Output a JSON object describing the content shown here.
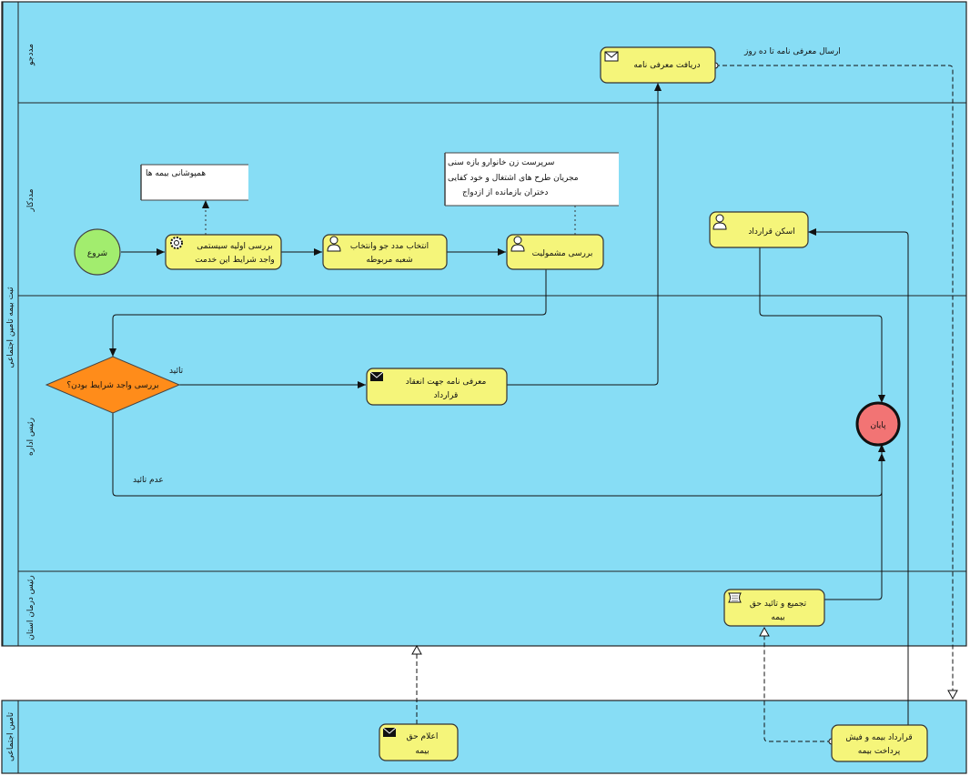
{
  "pool_main": {
    "title": "ثبت بیمه تامین اجتماعی",
    "lanes": [
      "مددجو",
      "مددکار",
      "رئیس اداره",
      "رئیس درمان استان"
    ]
  },
  "pool_bottom": {
    "title": "تامین اجتماعی"
  },
  "tasks": {
    "receive_letter": "دریافت معرفی نامه",
    "initial_check": [
      "بررسی اولیه سیستمی",
      "واجد شرایط این خدمت"
    ],
    "select_branch": [
      "انتخاب مدد جو وانتخاب",
      "شعبه مربوطه"
    ],
    "check_coverage": "بررسی مشمولیت",
    "scan_contract": "اسکن قرارداد",
    "intro_letter": [
      "معرفی نامه جهت انعقاد",
      "قرارداد"
    ],
    "collect_confirm": [
      "تجمیع و تائید حق",
      "بیمه"
    ],
    "announce_premium": [
      "اعلام حق",
      "بیمه"
    ],
    "contract_receipt": [
      "قرارداد بیمه و فیش",
      "پرداخت بیمه"
    ]
  },
  "events": {
    "start": "شروع",
    "end": "پایان"
  },
  "gateway": {
    "label": "بررسی واجد شرایط بودن؟"
  },
  "flow_labels": {
    "approve": "تائید",
    "reject": "عدم تائید",
    "send_letter": "ارسال معرفی نامه تا ده روز"
  },
  "notes": {
    "insurance_coverage": "همپوشانی بیمه ها",
    "coverage_criteria": [
      "سرپرست زن خانوارو بازه سنی",
      "مجریان طرح های اشتغال و خود کفایی",
      "دختران بازمانده از ازدواج"
    ]
  },
  "colors": {
    "pool_fill": "#87ddf5",
    "task_fill": "#f5f57a",
    "start_fill": "#a2ed6e",
    "end_fill": "#f27474",
    "gateway_fill": "#ff8c1a"
  }
}
